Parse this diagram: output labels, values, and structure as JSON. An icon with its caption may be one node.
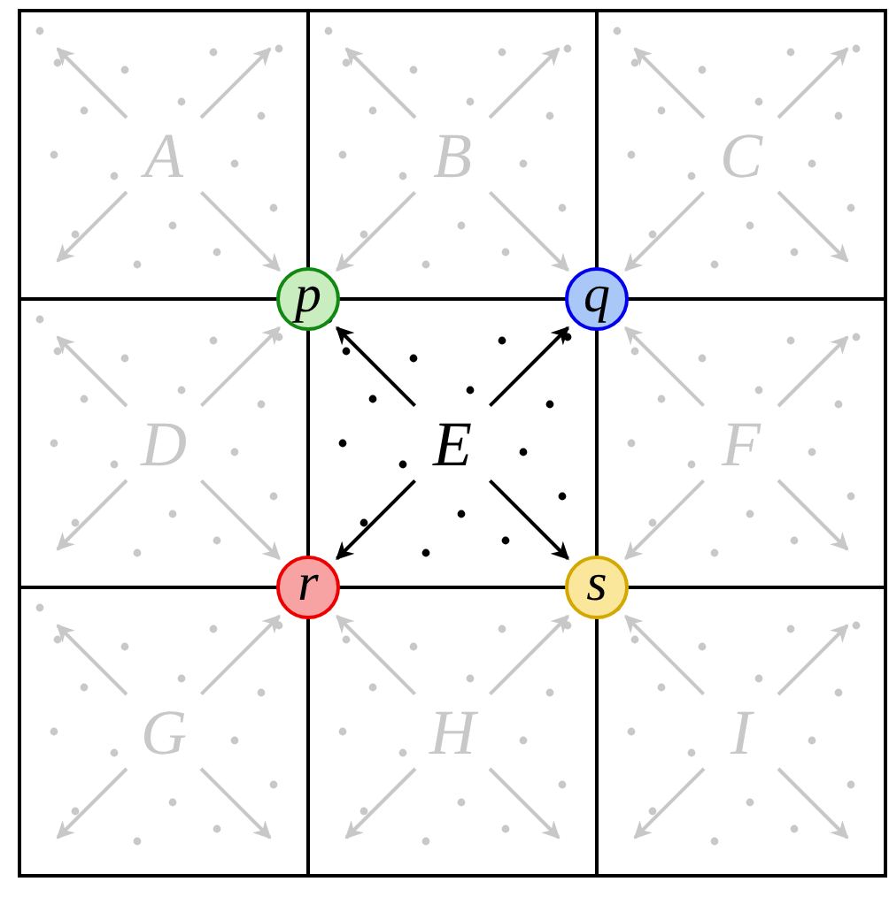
{
  "diagram": {
    "nodes": [
      {
        "text": [
          "A"
        ]
      },
      {
        "text": [
          "B"
        ]
      },
      {
        "text": [
          "C"
        ]
      },
      {
        "text": [
          "D"
        ]
      },
      {
        "text": [
          "E"
        ]
      },
      {
        "text": [
          "F"
        ]
      },
      {
        "text": [
          "G"
        ]
      },
      {
        "text": [
          "H"
        ]
      },
      {
        "text": [
          "I"
        ]
      },
      {
        "text": [
          "p"
        ]
      },
      {
        "text": [
          "q"
        ]
      },
      {
        "text": [
          "r"
        ]
      },
      {
        "text": [
          "s"
        ]
      }
    ],
    "edges": [
      {
        "from": 4,
        "to": 9,
        "arrow": "to",
        "color": "#000000"
      },
      {
        "from": 4,
        "to": 10,
        "arrow": "to",
        "color": "#000000"
      },
      {
        "from": 4,
        "to": 11,
        "arrow": "to",
        "color": "#000000"
      },
      {
        "from": 4,
        "to": 12,
        "arrow": "to",
        "color": "#000000"
      },
      {
        "from": 0,
        "to": 9,
        "arrow": "to"
      },
      {
        "from": 1,
        "to": 9,
        "arrow": "to"
      },
      {
        "from": 1,
        "to": 10,
        "arrow": "to"
      },
      {
        "from": 2,
        "to": 10,
        "arrow": "to"
      },
      {
        "from": 3,
        "to": 9,
        "arrow": "to"
      },
      {
        "from": 3,
        "to": 11,
        "arrow": "to"
      },
      {
        "from": 5,
        "to": 10,
        "arrow": "to"
      },
      {
        "from": 5,
        "to": 12,
        "arrow": "to"
      },
      {
        "from": 6,
        "to": 11,
        "arrow": "to"
      },
      {
        "from": 7,
        "to": 11,
        "arrow": "to"
      },
      {
        "from": 7,
        "to": 12,
        "arrow": "to"
      },
      {
        "from": 8,
        "to": 12,
        "arrow": "to"
      }
    ]
  }
}
